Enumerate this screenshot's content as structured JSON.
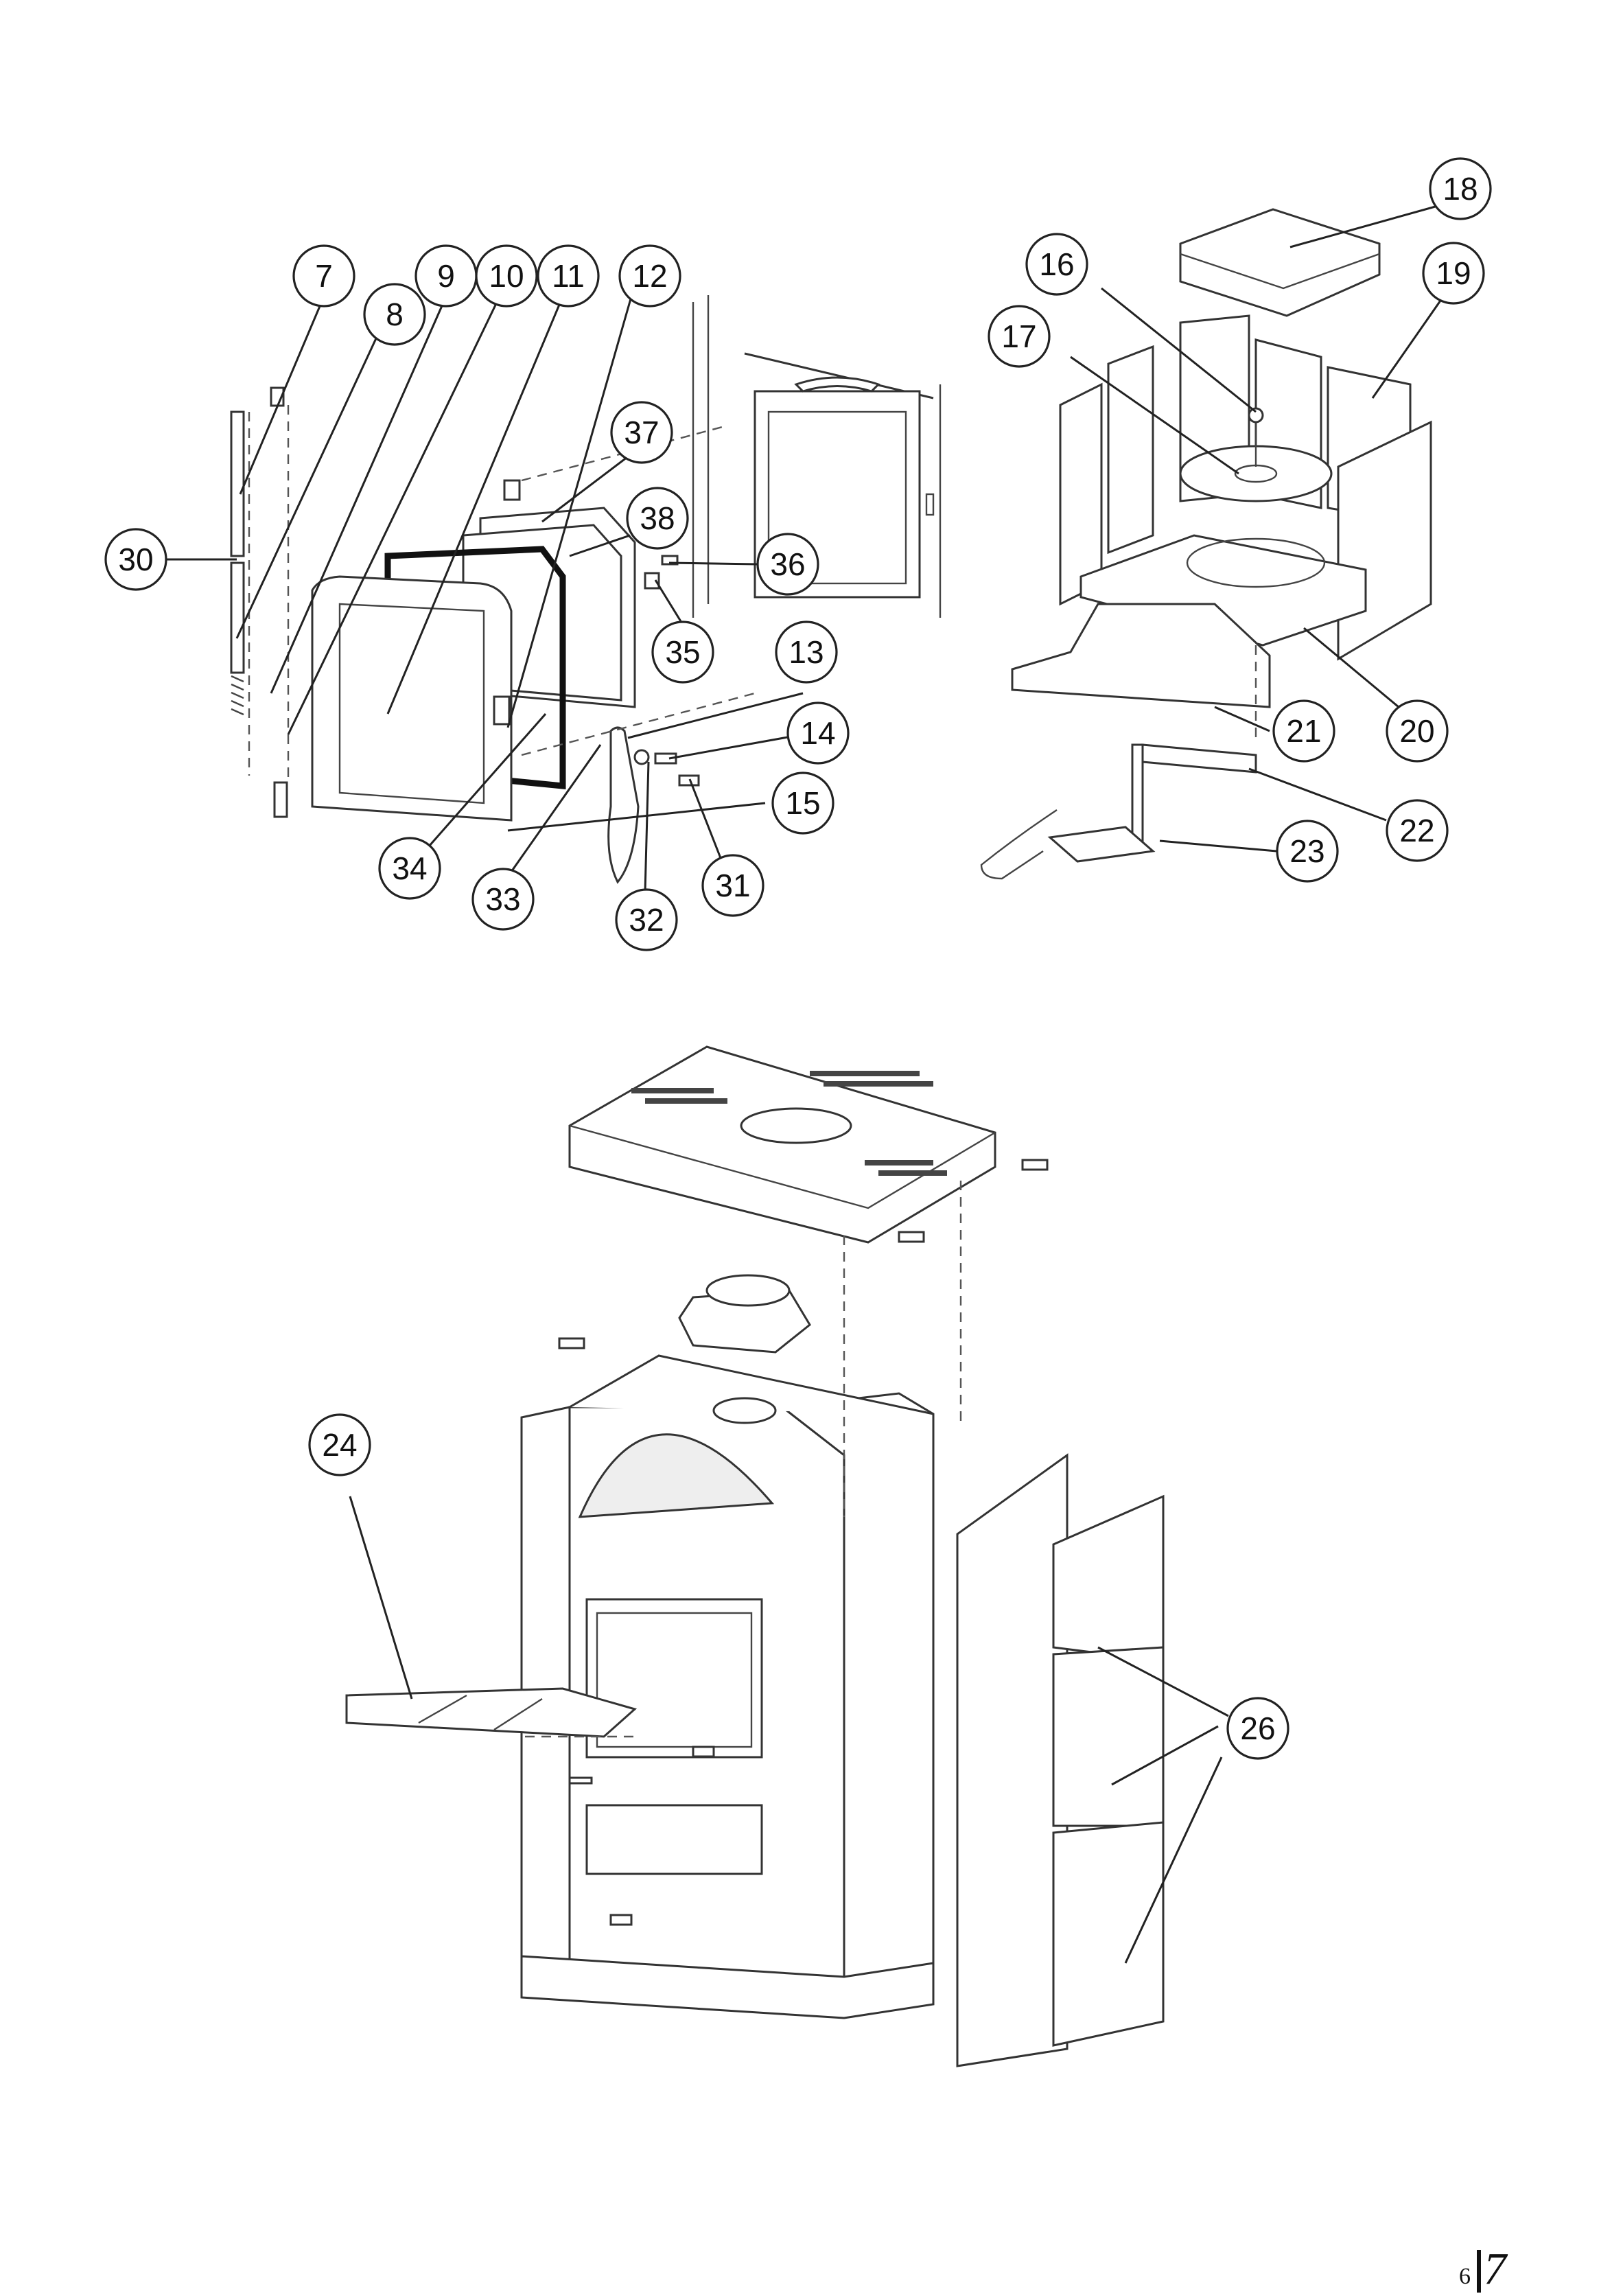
{
  "labels": {
    "l7": "7",
    "l8": "8",
    "l9": "9",
    "l10": "10",
    "l11": "11",
    "l12": "12",
    "l13": "13",
    "l14": "14",
    "l15": "15",
    "l16": "16",
    "l17": "17",
    "l18": "18",
    "l19": "19",
    "l20": "20",
    "l21": "21",
    "l22": "22",
    "l23": "23",
    "l24": "24",
    "l26": "26",
    "l30": "30",
    "l31": "31",
    "l32": "32",
    "l33": "33",
    "l34": "34",
    "l35": "35",
    "l36": "36",
    "l37": "37",
    "l38": "38"
  },
  "page": {
    "small": "6",
    "big": "7"
  }
}
